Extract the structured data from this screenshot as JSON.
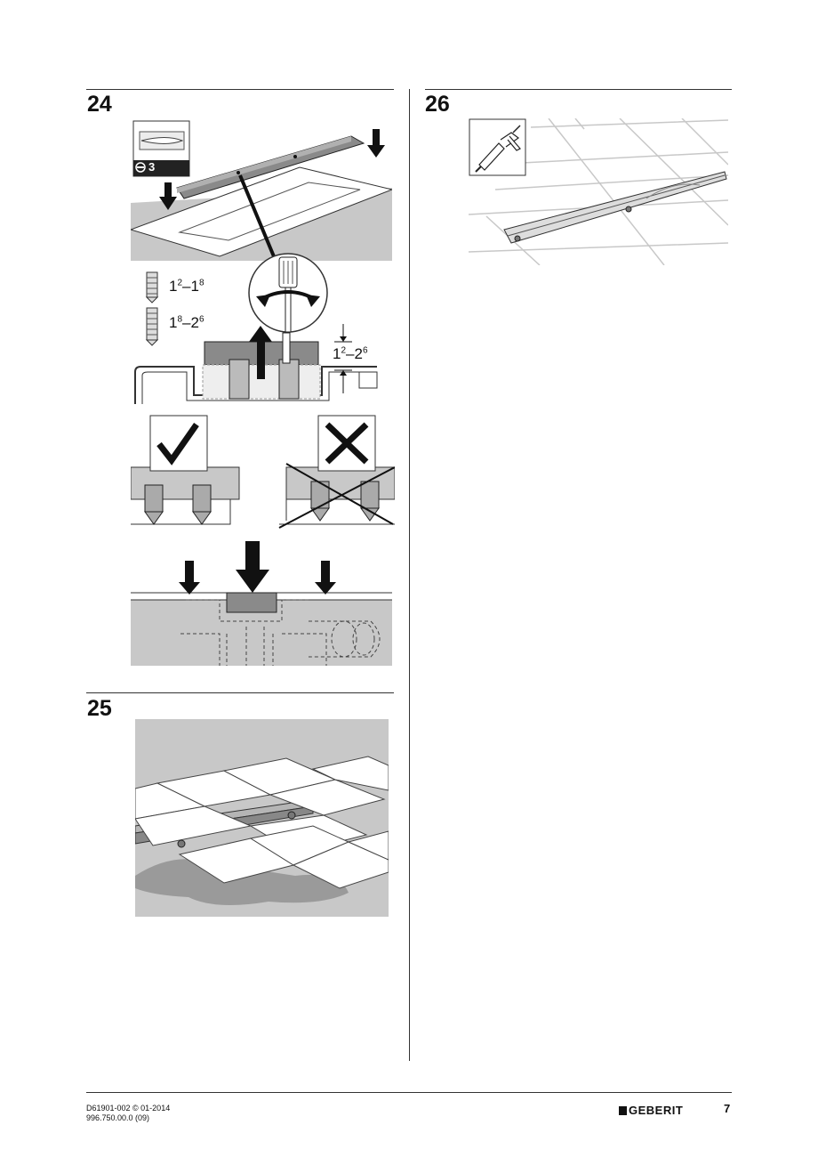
{
  "steps": {
    "step24": {
      "number": "24",
      "tool_size": "3",
      "screw_short_range": {
        "base1": "1",
        "sup1": "2",
        "sep": "–",
        "base2": "1",
        "sup2": "8"
      },
      "screw_long_range": {
        "base1": "1",
        "sup1": "8",
        "sep": "–",
        "base2": "2",
        "sup2": "6"
      },
      "height_range": {
        "base1": "1",
        "sup1": "2",
        "sep": "–",
        "base2": "2",
        "sup2": "6"
      }
    },
    "step25": {
      "number": "25"
    },
    "step26": {
      "number": "26"
    }
  },
  "footer": {
    "doc_code": "D61901-002 © 01-2014",
    "doc_number": "996.750.00.0 (09)",
    "brand": "GEBERIT",
    "page_number": "7"
  }
}
